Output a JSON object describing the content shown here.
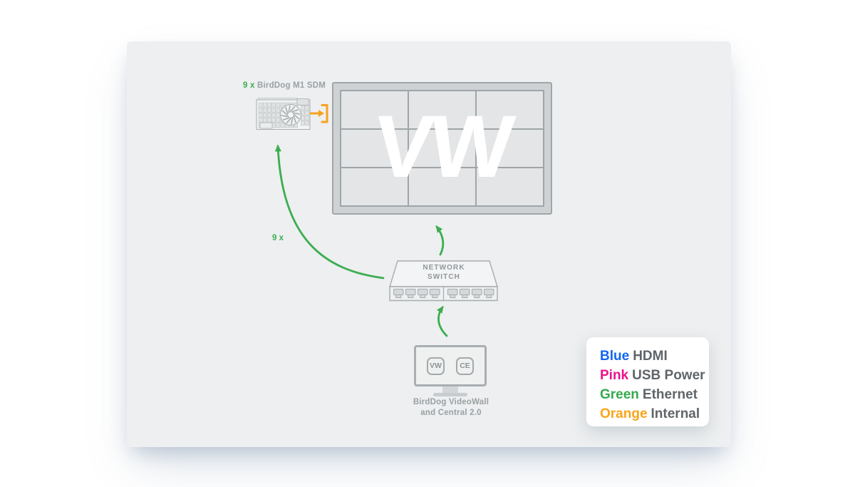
{
  "diagram": {
    "m1": {
      "count": "9 x",
      "name": "BirdDog M1 SDM"
    },
    "arrow_count": "9 x",
    "videowall": {
      "logo": "VW",
      "rows": 3,
      "cols": 3
    },
    "network_switch": {
      "line1": "NETWORK",
      "line2": "SWITCH",
      "ports": 8
    },
    "controller": {
      "icons": [
        "VW",
        "CE"
      ],
      "caption_line1": "BirdDog VideoWall",
      "caption_line2": "and Central 2.0"
    }
  },
  "legend": {
    "items": [
      {
        "term": "Blue",
        "color": "#1266f1",
        "label": "HDMI"
      },
      {
        "term": "Pink",
        "color": "#ed128b",
        "label": "USB Power"
      },
      {
        "term": "Green",
        "color": "#35a94e",
        "label": "Ethernet"
      },
      {
        "term": "Orange",
        "color": "#f9a41c",
        "label": "Internal"
      }
    ]
  },
  "colors": {
    "ethernet_green": "#3cad50",
    "internal_orange": "#f7a21e",
    "diagram_text_gray": "#9aa0a4",
    "legend_text_gray": "#5f6569",
    "panel_background": "#edeff0"
  }
}
